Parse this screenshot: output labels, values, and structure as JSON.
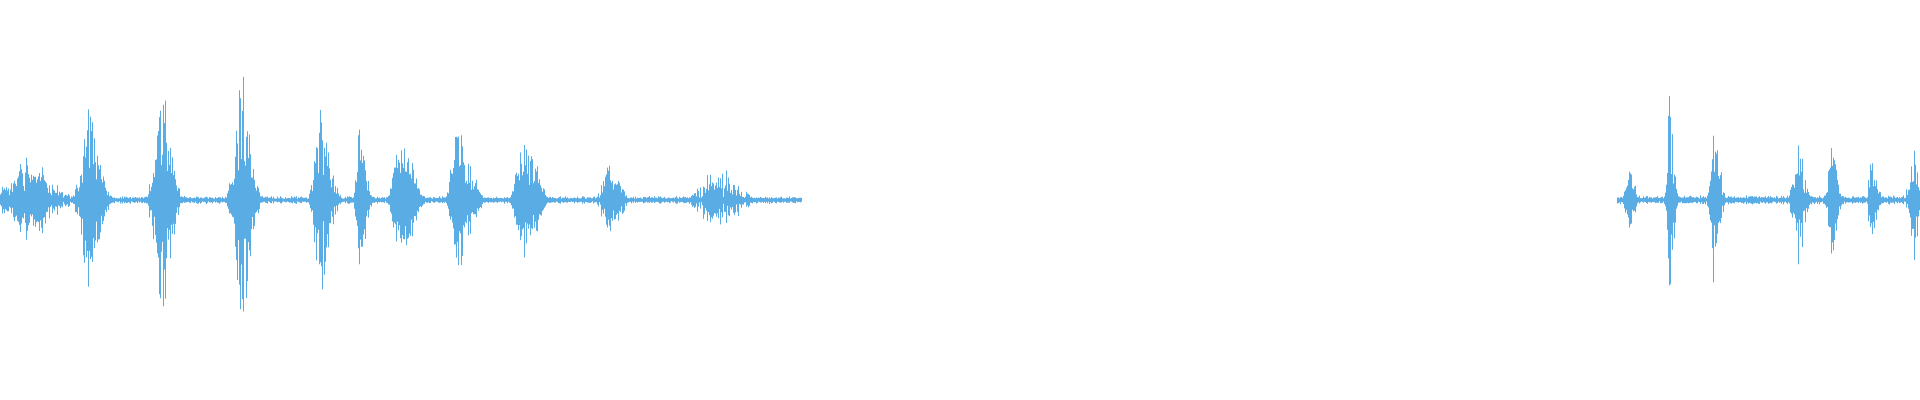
{
  "waveform": {
    "color": "#5aace4",
    "background": "#ffffff",
    "normalized_bursts": [
      {
        "start": 0.0,
        "end": 0.028,
        "amp": 0.12,
        "noise": 0.09
      },
      {
        "start": 0.018,
        "end": 0.024,
        "amp": 0.15,
        "noise": 0.06
      },
      {
        "start": 0.04,
        "end": 0.052,
        "amp": 0.38,
        "noise": 0.1
      },
      {
        "start": 0.078,
        "end": 0.089,
        "amp": 0.42,
        "noise": 0.1
      },
      {
        "start": 0.12,
        "end": 0.131,
        "amp": 0.46,
        "noise": 0.1
      },
      {
        "start": 0.163,
        "end": 0.173,
        "amp": 0.38,
        "noise": 0.1
      },
      {
        "start": 0.185,
        "end": 0.191,
        "amp": 0.32,
        "noise": 0.1
      },
      {
        "start": 0.204,
        "end": 0.216,
        "amp": 0.28,
        "noise": 0.12
      },
      {
        "start": 0.235,
        "end": 0.247,
        "amp": 0.3,
        "noise": 0.12
      },
      {
        "start": 0.268,
        "end": 0.28,
        "amp": 0.3,
        "noise": 0.12
      },
      {
        "start": 0.312,
        "end": 0.324,
        "amp": 0.12,
        "noise": 0.1
      },
      {
        "start": 0.36,
        "end": 0.385,
        "amp": 0.04,
        "noise": 0.15
      },
      {
        "start": 0.846,
        "end": 0.852,
        "amp": 0.12,
        "noise": 0.08
      },
      {
        "start": 0.868,
        "end": 0.872,
        "amp": 0.5,
        "noise": 0.04
      },
      {
        "start": 0.89,
        "end": 0.896,
        "amp": 0.32,
        "noise": 0.06
      },
      {
        "start": 0.932,
        "end": 0.94,
        "amp": 0.2,
        "noise": 0.07
      },
      {
        "start": 0.951,
        "end": 0.957,
        "amp": 0.3,
        "noise": 0.06
      },
      {
        "start": 0.973,
        "end": 0.978,
        "amp": 0.19,
        "noise": 0.06
      },
      {
        "start": 0.993,
        "end": 1.0,
        "amp": 0.18,
        "noise": 0.06
      }
    ],
    "silent_segments": [
      {
        "start": 0.418,
        "end": 0.842
      }
    ],
    "baseline_segments": [
      {
        "start": 0.0,
        "end": 0.418,
        "amp": 0.012
      },
      {
        "start": 0.842,
        "end": 1.0,
        "amp": 0.014
      }
    ]
  }
}
